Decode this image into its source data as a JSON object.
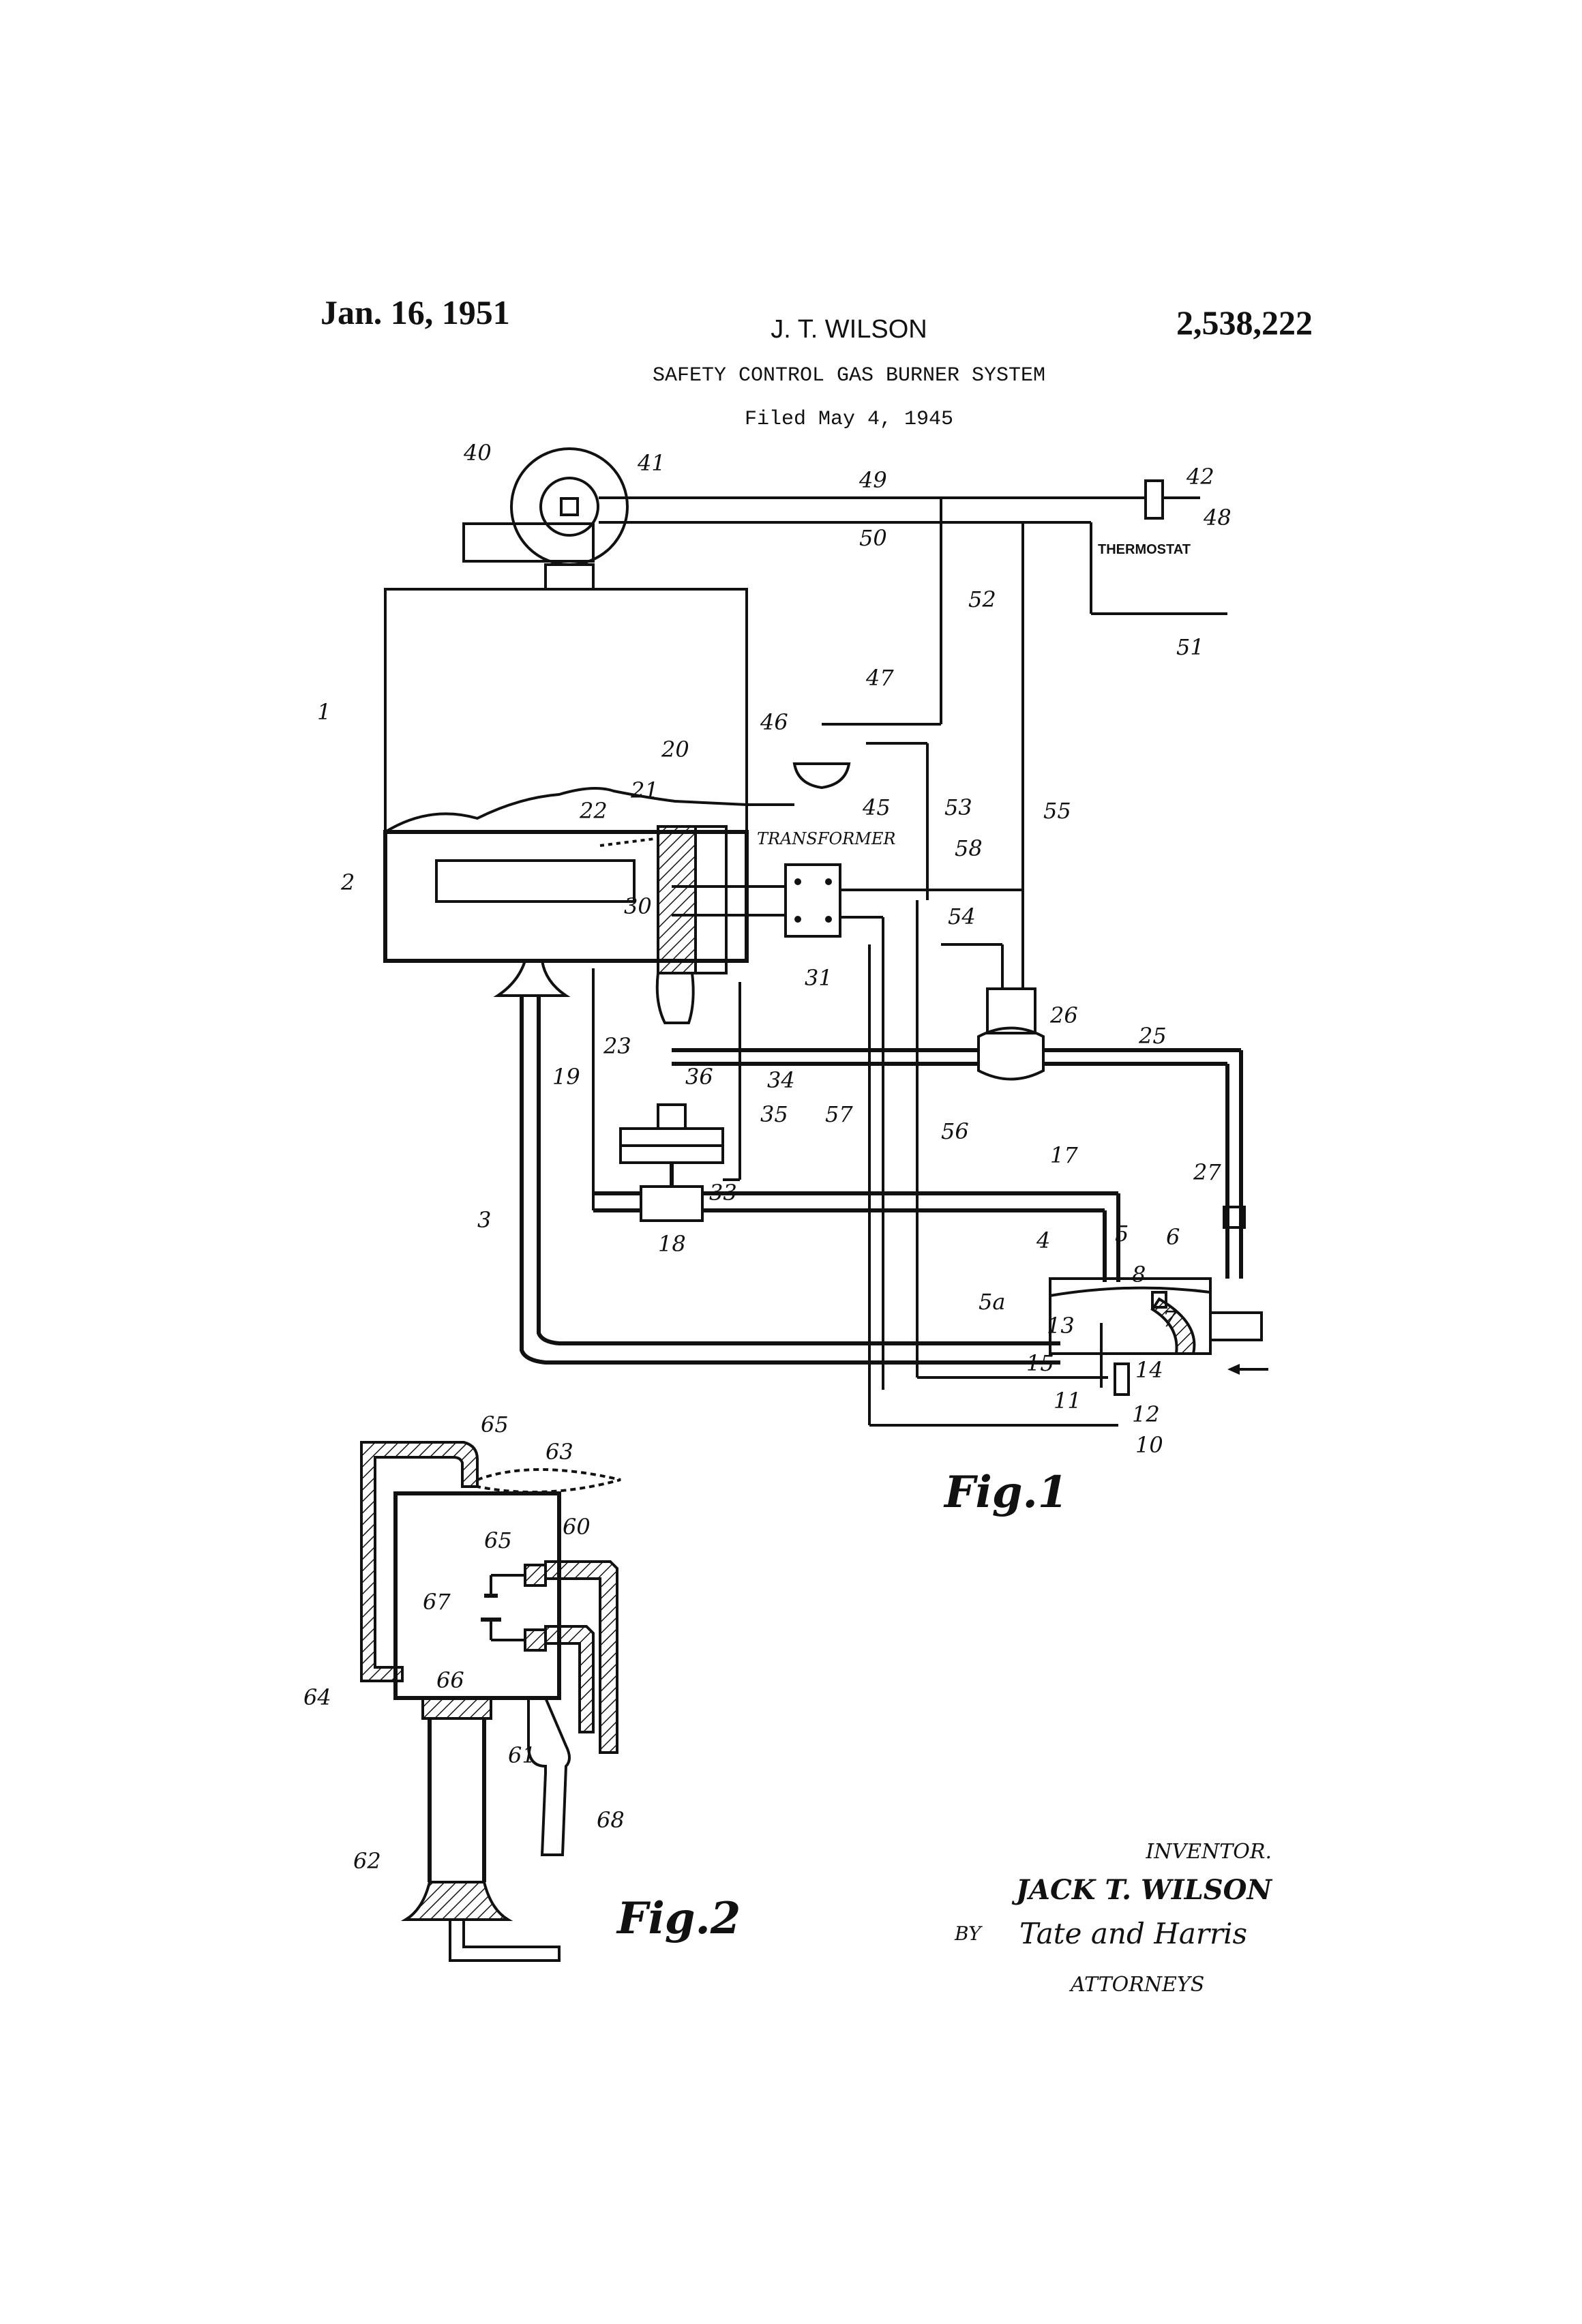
{
  "header": {
    "date": "Jan. 16, 1951",
    "inventor_name": "J. T. WILSON",
    "patent_number": "2,538,222",
    "title": "SAFETY CONTROL GAS BURNER SYSTEM",
    "filed": "Filed May 4, 1945"
  },
  "labels": {
    "thermostat": "THERMOSTAT",
    "transformer": "TRANSFORMER"
  },
  "figures": {
    "fig1": "Fig.1",
    "fig2": "Fig.2"
  },
  "fig1_refs": [
    "1",
    "2",
    "3",
    "4",
    "5",
    "5a",
    "6",
    "7",
    "8",
    "10",
    "11",
    "12",
    "13",
    "14",
    "15",
    "17",
    "18",
    "19",
    "20",
    "21",
    "22",
    "23",
    "25",
    "26",
    "27",
    "30",
    "31",
    "33",
    "34",
    "35",
    "36",
    "40",
    "41",
    "42",
    "45",
    "46",
    "47",
    "48",
    "49",
    "50",
    "51",
    "52",
    "53",
    "54",
    "55",
    "56",
    "57",
    "58"
  ],
  "fig2_refs": [
    "60",
    "61",
    "62",
    "63",
    "64",
    "65",
    "65",
    "66",
    "67",
    "68"
  ],
  "signature": {
    "inventor_label": "INVENTOR.",
    "inventor": "JACK T. WILSON",
    "by": "BY",
    "firm": "Tate and Harris",
    "attorneys": "ATTORNEYS"
  }
}
